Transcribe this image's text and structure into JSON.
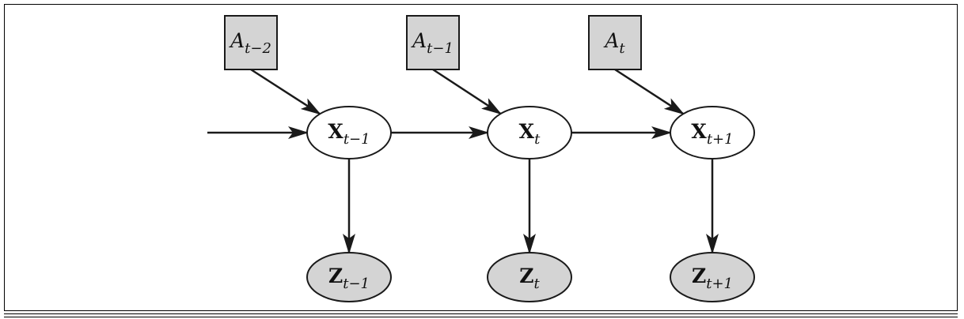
{
  "diagram": {
    "colors": {
      "stroke": "#1a1a1a",
      "action_fill": "#d4d4d4",
      "state_fill": "#ffffff",
      "observation_fill": "#d4d4d4"
    },
    "actions": [
      {
        "base": "A",
        "sub": "t−2"
      },
      {
        "base": "A",
        "sub": "t−1"
      },
      {
        "base": "A",
        "sub": "t"
      }
    ],
    "states": [
      {
        "base": "X",
        "sub": "t−1"
      },
      {
        "base": "X",
        "sub": "t"
      },
      {
        "base": "X",
        "sub": "t+1"
      }
    ],
    "observations": [
      {
        "base": "Z",
        "sub": "t−1"
      },
      {
        "base": "Z",
        "sub": "t"
      },
      {
        "base": "Z",
        "sub": "t+1"
      }
    ],
    "edges": [
      {
        "from": "incoming",
        "to": "state-0"
      },
      {
        "from": "state-0",
        "to": "state-1"
      },
      {
        "from": "state-1",
        "to": "state-2"
      },
      {
        "from": "action-0",
        "to": "state-0"
      },
      {
        "from": "action-1",
        "to": "state-1"
      },
      {
        "from": "action-2",
        "to": "state-2"
      },
      {
        "from": "state-0",
        "to": "observation-0"
      },
      {
        "from": "state-1",
        "to": "observation-1"
      },
      {
        "from": "state-2",
        "to": "observation-2"
      }
    ]
  }
}
